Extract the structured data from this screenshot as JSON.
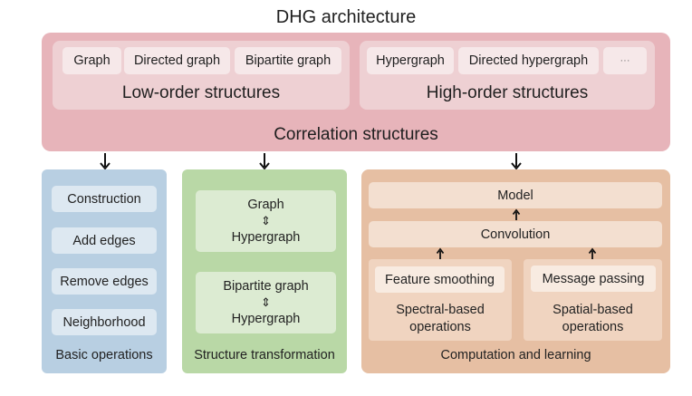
{
  "title": "DHG architecture",
  "correlation": {
    "label": "Correlation structures",
    "low_order": {
      "label": "Low-order structures",
      "items": [
        "Graph",
        "Directed graph",
        "Bipartite graph"
      ]
    },
    "high_order": {
      "label": "High-order structures",
      "items": [
        "Hypergraph",
        "Directed hypergraph",
        "···"
      ]
    },
    "color": "#e7b4ba"
  },
  "basic_operations": {
    "label": "Basic operations",
    "items": [
      "Construction",
      "Add edges",
      "Remove edges",
      "Neighborhood"
    ],
    "color": "#b8cfe2"
  },
  "structure_transformation": {
    "label": "Structure transformation",
    "pairs": [
      {
        "top": "Graph",
        "symbol": "⇕",
        "bottom": "Hypergraph"
      },
      {
        "top": "Bipartite graph",
        "symbol": "⇕",
        "bottom": "Hypergraph"
      }
    ],
    "color": "#b9d8a6"
  },
  "computation_learning": {
    "label": "Computation and learning",
    "model": "Model",
    "convolution": "Convolution",
    "spectral": {
      "chip": "Feature smoothing",
      "label_line1": "Spectral-based",
      "label_line2": "operations"
    },
    "spatial": {
      "chip": "Message passing",
      "label_line1": "Spatial-based",
      "label_line2": "operations"
    },
    "color": "#e6bfa3"
  }
}
